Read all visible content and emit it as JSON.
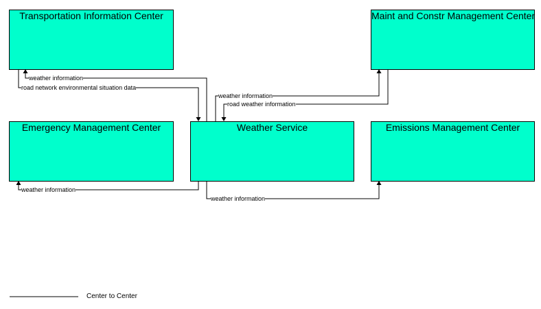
{
  "colors": {
    "box_fill": "#00ffcc",
    "line": "#000000",
    "background": "#ffffff"
  },
  "nodes": {
    "tic": "Transportation Information Center",
    "mcmc": "Maint and Constr Management Center",
    "emc": "Emergency Management Center",
    "ws": "Weather Service",
    "emissions": "Emissions Management Center"
  },
  "flows": {
    "ws_to_tic": "weather information",
    "tic_to_ws": "road network environmental situation data",
    "ws_to_mcmc": "weather information",
    "mcmc_to_ws": "road weather information",
    "ws_to_emc": "weather information",
    "ws_to_emissions": "weather information"
  },
  "legend": {
    "center_to_center": "Center to Center"
  }
}
